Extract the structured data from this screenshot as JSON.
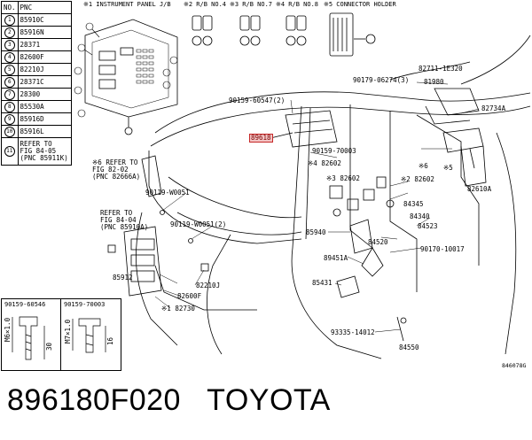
{
  "legend": {
    "headers": [
      "NO.",
      "PNC"
    ],
    "rows": [
      {
        "no": "1",
        "pnc": "85910C"
      },
      {
        "no": "2",
        "pnc": "85916N"
      },
      {
        "no": "3",
        "pnc": "28371"
      },
      {
        "no": "4",
        "pnc": "82600F"
      },
      {
        "no": "5",
        "pnc": "82210J"
      },
      {
        "no": "6",
        "pnc": "28371C"
      },
      {
        "no": "7",
        "pnc": "28300"
      },
      {
        "no": "8",
        "pnc": "85530A"
      },
      {
        "no": "9",
        "pnc": "85916D"
      },
      {
        "no": "10",
        "pnc": "85916L"
      },
      {
        "no": "11",
        "pnc": "REFER TO\nFIG 84-05\n(PNC 85911K)"
      }
    ]
  },
  "headers": {
    "ip": "※1 INSTRUMENT PANEL J/B",
    "rb4": "※2 R/B NO.4",
    "rb7": "※3 R/B NO.7",
    "rb8": "※4 R/B NO.8",
    "conn": "※5 CONNECTOR HOLDER"
  },
  "callouts": {
    "p82711": "82711-1E320",
    "p90179": "90179-06274(3)",
    "p81980": "81980",
    "p82734": "82734A",
    "p90159": "90159-60547(2)",
    "p89618": "89618",
    "p90159b": "90159-70003",
    "p82602a": "※4 82602",
    "p82602b": "※3 82602",
    "p82602c": "※2 82602",
    "p82610": "82610A",
    "p84345": "84345",
    "p84340": "84340",
    "p84523": "84523",
    "p85940": "85940",
    "p84520": "84520",
    "p90170": "90170-10017",
    "p89451": "89451A",
    "p85431": "85431",
    "p93335": "93335-14012",
    "p84550": "84550",
    "p90119a": "90119-W0051",
    "p90119b": "90119-W0051(2)",
    "refer1": "※6 REFER TO\nFIG 82-02\n(PNC 82666A)",
    "refer2": "REFER TO\nFIG 84-04\n(PNC 85910A)",
    "p85912": "85912",
    "p82210": "82210J",
    "p82600": "82600F",
    "p82730": "※1 82730",
    "star6a": "※6",
    "star5": "※5"
  },
  "bolts": [
    {
      "pnc": "90159-60546",
      "size": "M6×1.0",
      "len": "30"
    },
    {
      "pnc": "90159-70003",
      "size": "M7×1.0",
      "len": "16"
    }
  ],
  "caption": "896180F020   TOYOTA",
  "code": "846078G"
}
